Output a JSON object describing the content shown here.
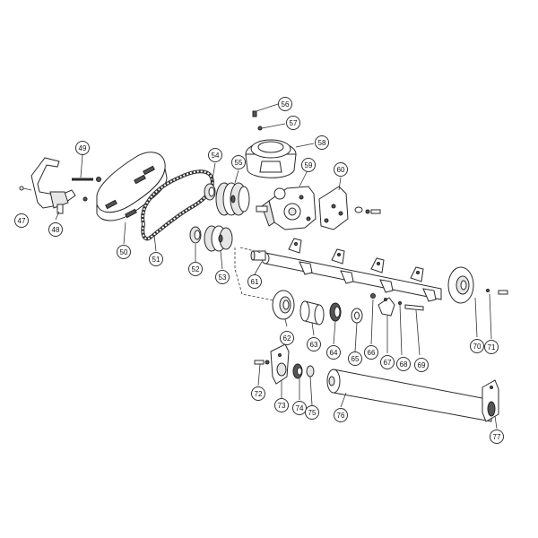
{
  "callouts": [
    {
      "label": "47"
    },
    {
      "label": "48"
    },
    {
      "label": "49"
    },
    {
      "label": "50"
    },
    {
      "label": "51"
    },
    {
      "label": "52"
    },
    {
      "label": "53"
    },
    {
      "label": "54"
    },
    {
      "label": "55"
    },
    {
      "label": "56"
    },
    {
      "label": "57"
    },
    {
      "label": "58"
    },
    {
      "label": "59"
    },
    {
      "label": "60"
    },
    {
      "label": "61"
    },
    {
      "label": "62"
    },
    {
      "label": "63"
    },
    {
      "label": "64"
    },
    {
      "label": "65"
    },
    {
      "label": "66"
    },
    {
      "label": "67"
    },
    {
      "label": "68"
    },
    {
      "label": "69"
    },
    {
      "label": "70"
    },
    {
      "label": "71"
    },
    {
      "label": "72"
    },
    {
      "label": "73"
    },
    {
      "label": "74"
    },
    {
      "label": "75"
    },
    {
      "label": "76"
    },
    {
      "label": "77"
    }
  ]
}
